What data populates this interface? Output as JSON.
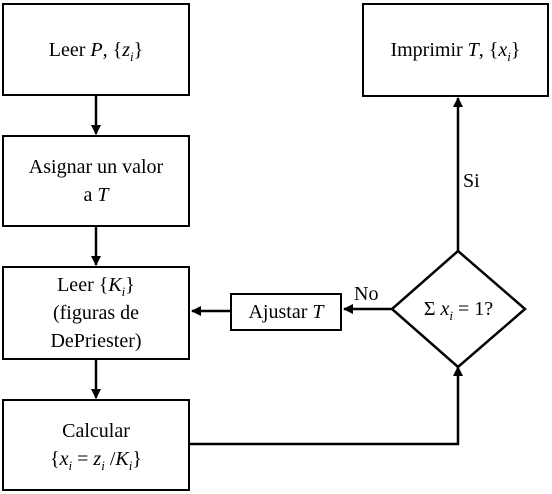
{
  "nodes": {
    "read_p": {
      "prefix": "Leer ",
      "var1": "P",
      "sep": ", {",
      "var2": "z",
      "sub": "i",
      "suffix": "}"
    },
    "assign_t": {
      "line1": "Asignar un valor",
      "line2_prefix": "a ",
      "line2_var": "T"
    },
    "read_k": {
      "line1_prefix": "Leer {",
      "line1_var": "K",
      "line1_sub": "i",
      "line1_suffix": "}",
      "line2": "(figuras de",
      "line3": "DePriester)"
    },
    "calculate": {
      "line1": "Calcular",
      "l2_a": "{",
      "l2_x": "x",
      "l2_xsub": "i",
      "l2_eq": " = ",
      "l2_z": "z",
      "l2_zsub": "i",
      "l2_div": " /",
      "l2_k": "K",
      "l2_ksub": "i",
      "l2_end": "}"
    },
    "adjust_t": {
      "prefix": "Ajustar ",
      "var": "T"
    },
    "print": {
      "prefix": "Imprimir ",
      "var1": "T",
      "sep": ", {",
      "var2": "x",
      "sub": "i",
      "suffix": "}"
    },
    "decision": {
      "sigma": "Σ ",
      "var": "x",
      "sub": "i",
      "suffix": " = 1?"
    }
  },
  "edges": {
    "no_label": "No",
    "si_label": "Si"
  }
}
